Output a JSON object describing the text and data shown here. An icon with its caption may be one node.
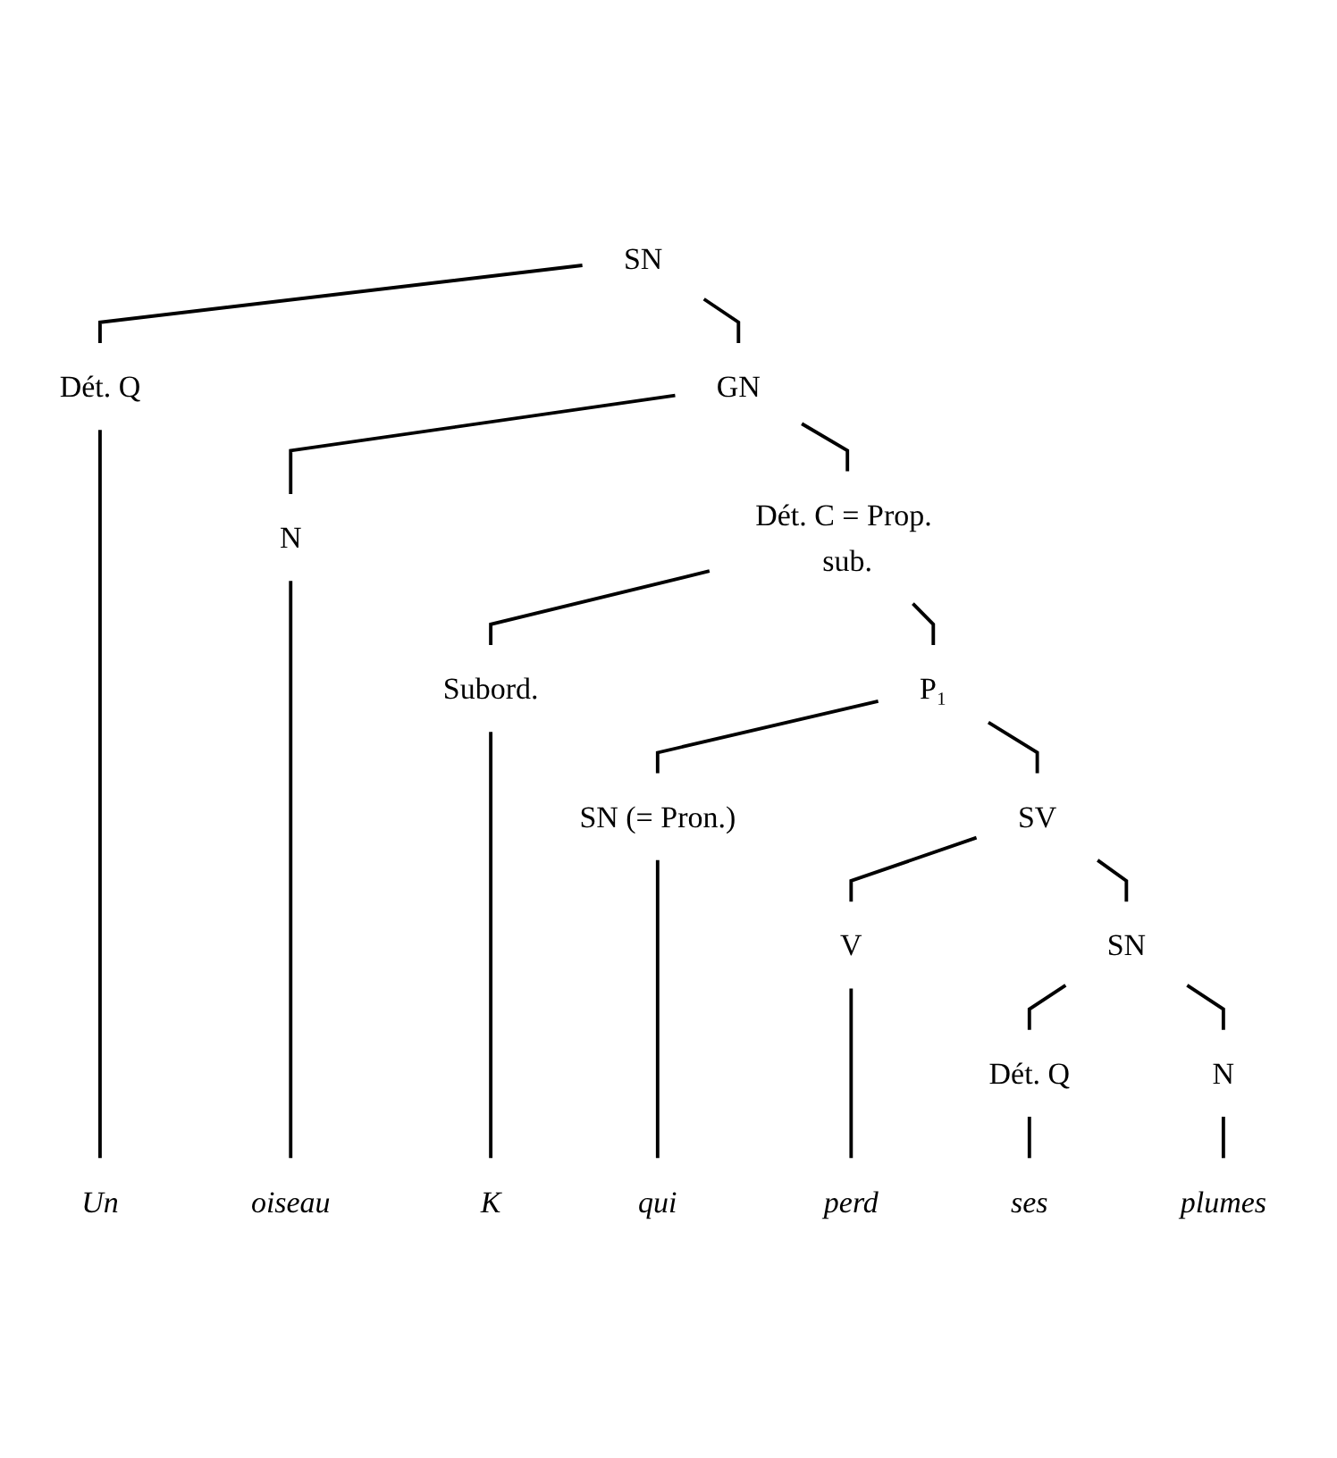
{
  "diagram": {
    "nodes": [
      {
        "text": [
          "SN"
        ]
      },
      {
        "text": [
          "Dét. Q"
        ]
      },
      {
        "text": [
          "GN"
        ]
      },
      {
        "text": [
          "N"
        ]
      },
      {
        "text": [
          "Dét. C = Prop. sub."
        ]
      },
      {
        "text": [
          "Subord."
        ]
      },
      {
        "text": [
          "P₁"
        ]
      },
      {
        "text": [
          "SN (= Pron.)"
        ]
      },
      {
        "text": [
          "SV"
        ]
      },
      {
        "text": [
          "V"
        ]
      },
      {
        "text": [
          "SN"
        ]
      },
      {
        "text": [
          "Dét. Q"
        ]
      },
      {
        "text": [
          "N"
        ]
      },
      {
        "text": [
          "Un"
        ]
      },
      {
        "text": [
          "oiseau"
        ]
      },
      {
        "text": [
          "K"
        ]
      },
      {
        "text": [
          "qui"
        ]
      },
      {
        "text": [
          "perd"
        ]
      },
      {
        "text": [
          "ses"
        ]
      },
      {
        "text": [
          "plumes"
        ]
      }
    ],
    "edges": [
      {
        "from": 0,
        "to": 1,
        "arrow": "none"
      },
      {
        "from": 0,
        "to": 2,
        "arrow": "none"
      },
      {
        "from": 1,
        "to": 13,
        "arrow": "none"
      },
      {
        "from": 2,
        "to": 3,
        "arrow": "none"
      },
      {
        "from": 2,
        "to": 4,
        "arrow": "none"
      },
      {
        "from": 3,
        "to": 14,
        "arrow": "none"
      },
      {
        "from": 4,
        "to": 5,
        "arrow": "none"
      },
      {
        "from": 4,
        "to": 6,
        "arrow": "none"
      },
      {
        "from": 5,
        "to": 15,
        "arrow": "none"
      },
      {
        "from": 6,
        "to": 7,
        "arrow": "none"
      },
      {
        "from": 6,
        "to": 8,
        "arrow": "none"
      },
      {
        "from": 7,
        "to": 16,
        "arrow": "none"
      },
      {
        "from": 8,
        "to": 9,
        "arrow": "none"
      },
      {
        "from": 8,
        "to": 10,
        "arrow": "none"
      },
      {
        "from": 9,
        "to": 17,
        "arrow": "none"
      },
      {
        "from": 10,
        "to": 11,
        "arrow": "none"
      },
      {
        "from": 10,
        "to": 12,
        "arrow": "none"
      },
      {
        "from": 11,
        "to": 18,
        "arrow": "none"
      },
      {
        "from": 12,
        "to": 19,
        "arrow": "none"
      }
    ]
  }
}
